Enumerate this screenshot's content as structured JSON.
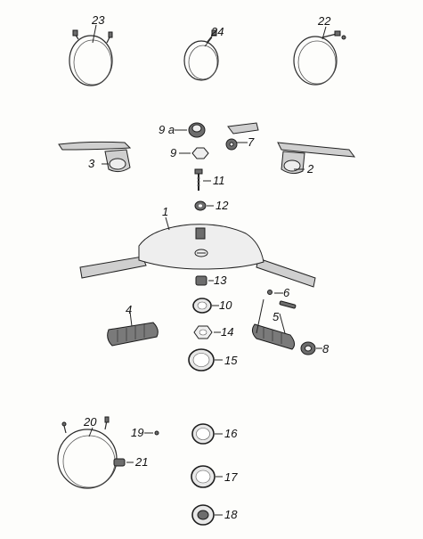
{
  "labels": {
    "p1": "1",
    "p2": "2",
    "p3": "3",
    "p4": "4",
    "p5": "5",
    "p6": "6",
    "p7": "7",
    "p8": "8",
    "p9a": "9 a",
    "p9": "9",
    "p10": "10",
    "p11": "11",
    "p12": "12",
    "p13": "13",
    "p14": "14",
    "p15": "15",
    "p16": "16",
    "p17": "17",
    "p18": "18",
    "p19": "19",
    "p20": "20",
    "p21": "21",
    "p22": "22",
    "p23": "23",
    "p24": "24"
  }
}
